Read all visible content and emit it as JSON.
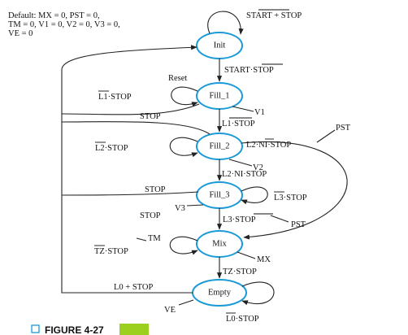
{
  "defaults": [
    "Default: MX = 0, PST = 0,",
    "TM = 0, V1 = 0, V2 = 0, V3 = 0,",
    "VE = 0"
  ],
  "states": {
    "init": "Init",
    "fill1": "Fill_1",
    "fill2": "Fill_2",
    "fill3": "Fill_3",
    "mix": "Mix",
    "empty": "Empty"
  },
  "labels": {
    "init_self": "START + STOP",
    "init_to_fill1": "START·STOP",
    "reset": "Reset",
    "fill1_self": "L1·STOP",
    "fill1_stop": "STOP",
    "v1": "V1",
    "fill1_to_fill2": "L1·STOP",
    "fill2_self": "L2·STOP",
    "fill2_to_mix_top": "L2·NI·STOP",
    "pst_top": "PST",
    "v2": "V2",
    "fill2_to_fill3": "L2·NI·STOP",
    "fill3_stop": "STOP",
    "fill3_self": "L3·STOP",
    "v3": "V3",
    "fill3_stop_left": "STOP",
    "fill3_to_mix": "L3·STOP",
    "pst_bottom": "PST",
    "tm": "TM",
    "mix_self": "TZ·STOP",
    "mx": "MX",
    "mix_to_empty": "TZ·STOP",
    "empty_to_init": "L0 + STOP",
    "ve": "VE",
    "empty_self": "L0·STOP"
  },
  "caption": {
    "figure": "FIGURE 4-27"
  },
  "colors": {
    "state_stroke": "#1a9ad6",
    "line": "#222222",
    "caption_highlight": "#9bd11e"
  }
}
